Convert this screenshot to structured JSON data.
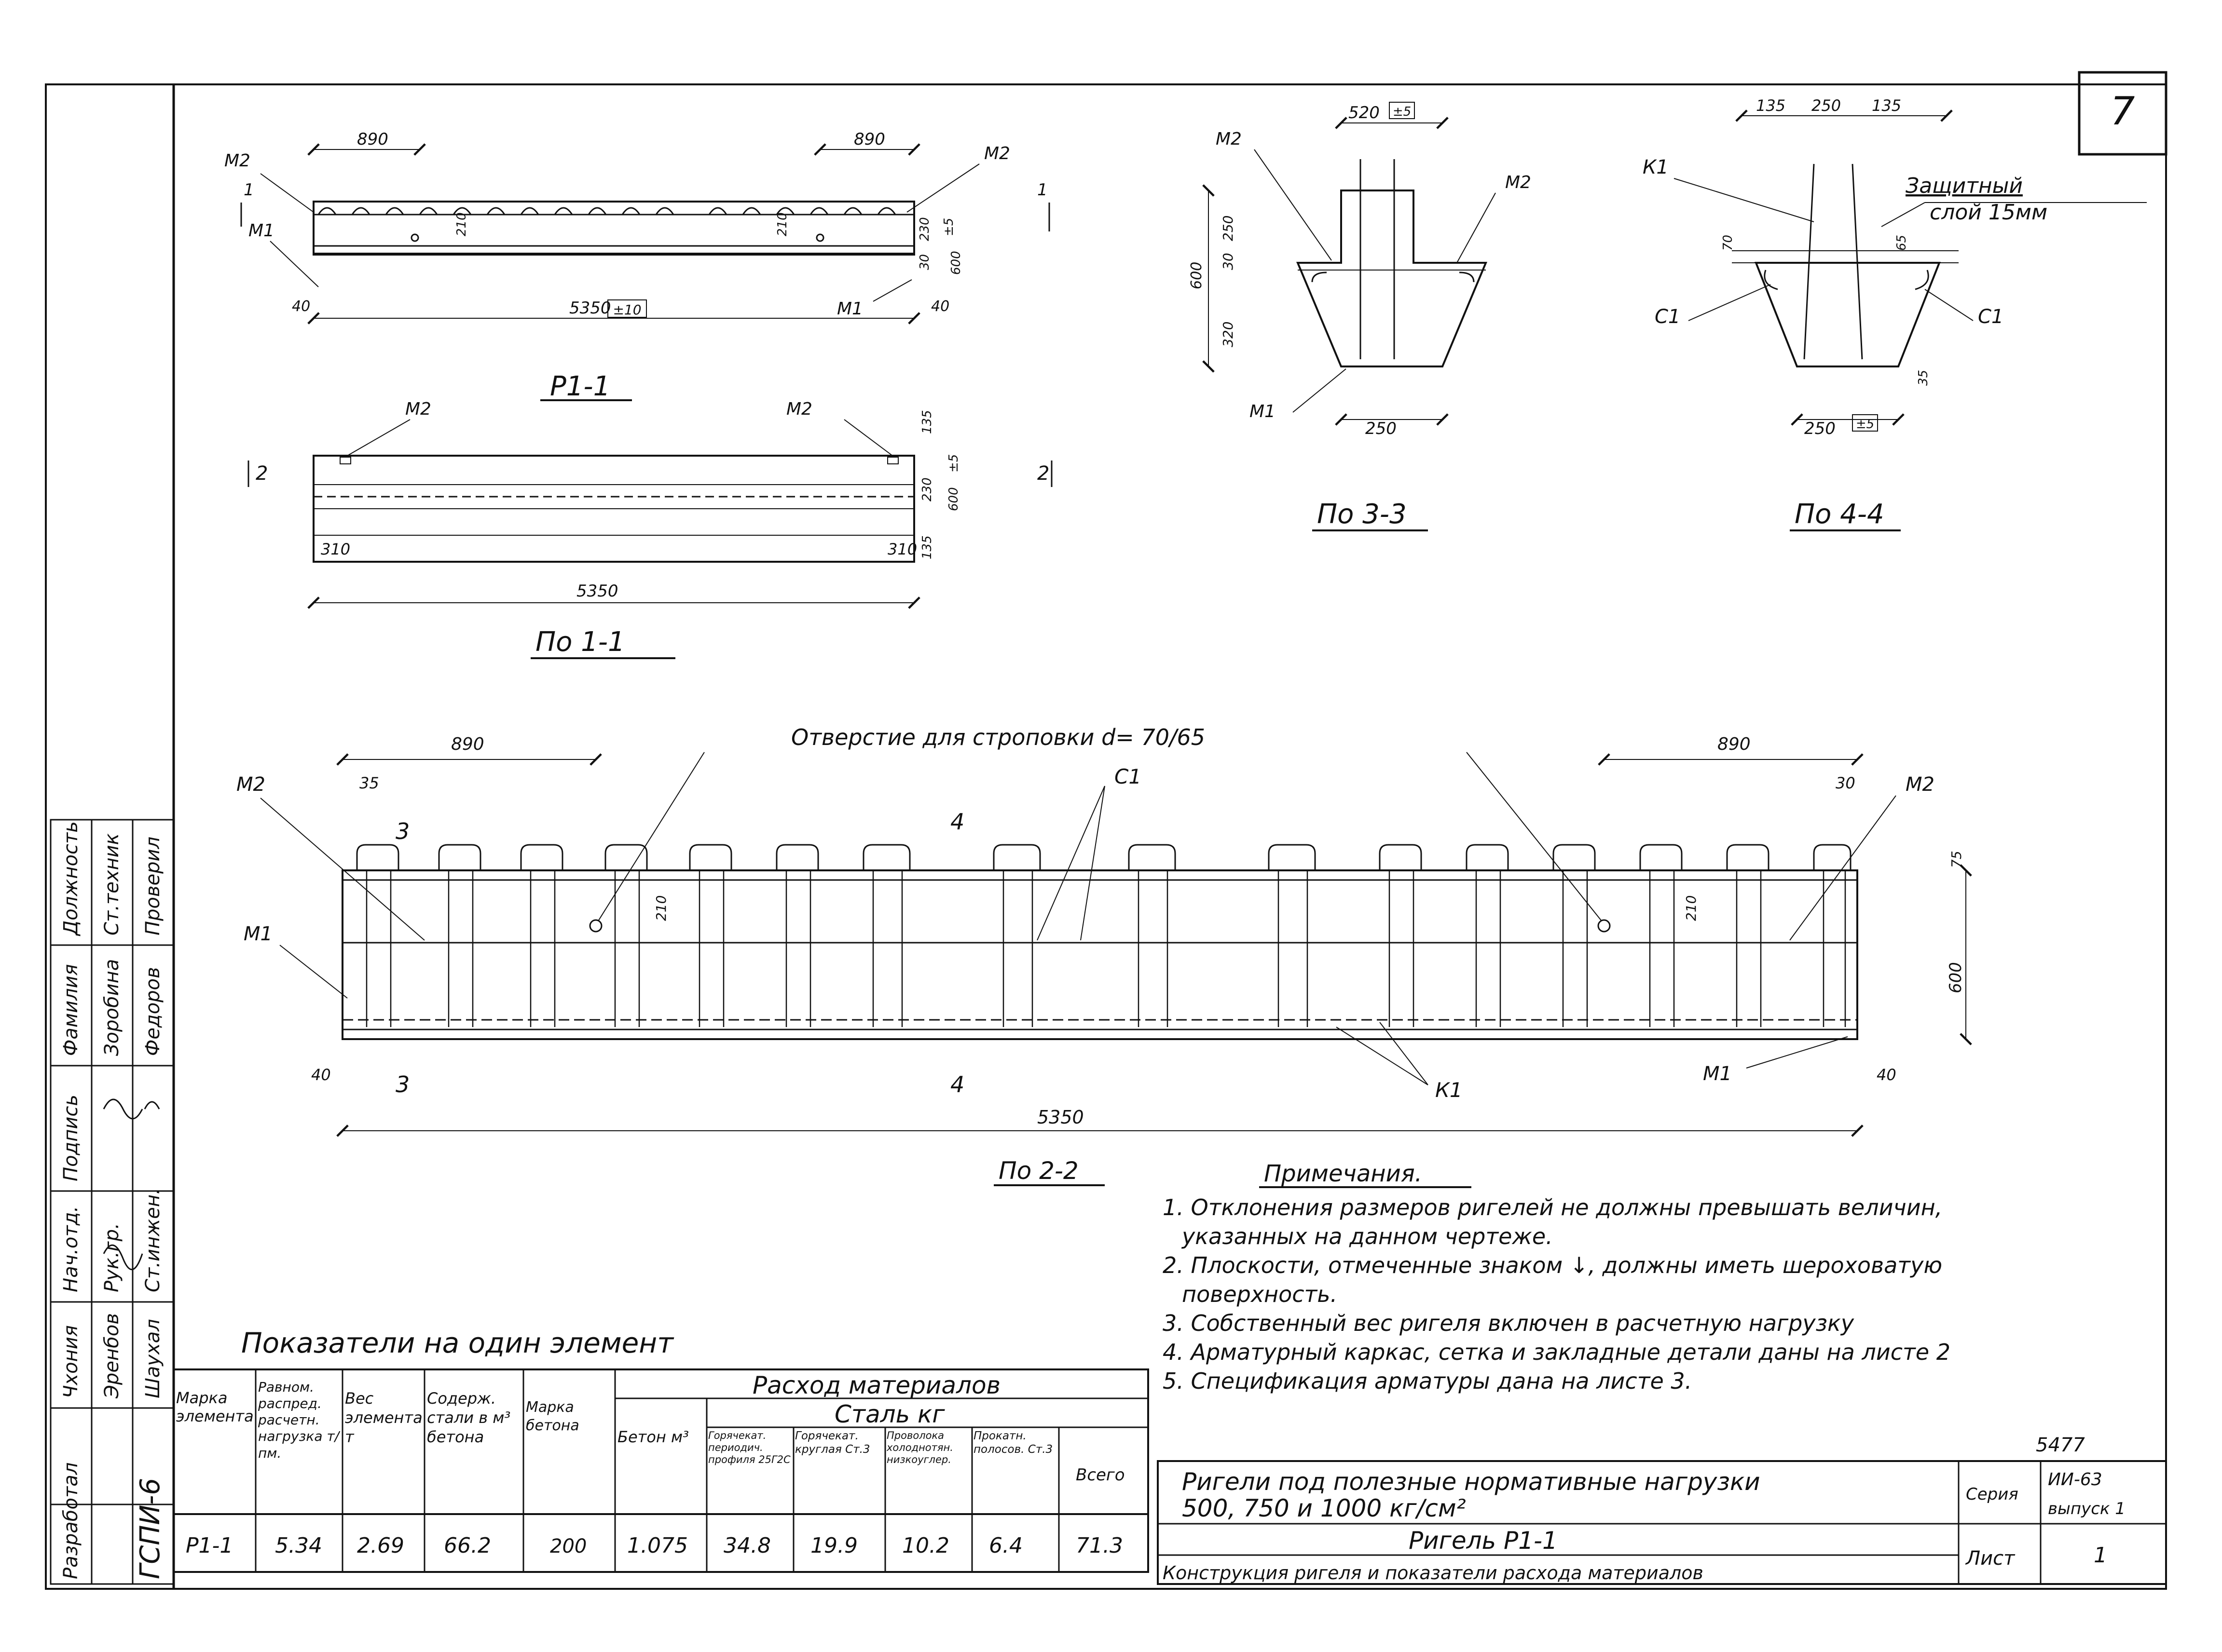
{
  "sheet_number": "7",
  "archive_number": "5477",
  "views": {
    "p11": {
      "title": "Р1-1",
      "dim_left": "890",
      "dim_right": "890",
      "dim_length": "5350",
      "tol_length": "±10",
      "m2_left": "М2",
      "m2_right": "М2",
      "m1_left": "М1",
      "m1_right": "М1",
      "dim_40": "40",
      "dim_40b": "40",
      "dim_210a": "210",
      "dim_210b": "210",
      "r_230": "230",
      "r_30": "30",
      "r_600": "600",
      "r_tol": "±5",
      "sec_mark": "1"
    },
    "po11": {
      "title": "По 1-1",
      "m2_left": "М2",
      "m2_right": "М2",
      "dim_310": "310",
      "dim_310b": "310",
      "dim_5350": "5350",
      "r_135": "135",
      "r_230": "230",
      "r_600": "600",
      "r_135b": "135",
      "r_tol": "±5",
      "sec_mark": "2"
    },
    "po33": {
      "title": "По 3-3",
      "dim_520": "520",
      "tol": "±5",
      "dim_250": "250",
      "v_600": "600",
      "v_250": "250",
      "v_30": "30",
      "v_320": "320",
      "m2_left": "М2",
      "m2_right": "М2",
      "m1": "М1"
    },
    "po44": {
      "title": "По 4-4",
      "dim_135a": "135",
      "dim_250": "250",
      "dim_135b": "135",
      "dim_250b": "250",
      "tol": "±5",
      "k1": "К1",
      "c1_left": "С1",
      "c1_right": "С1",
      "cover_line1": "Защитный",
      "cover_line2": "слой 15мм",
      "v_70": "70",
      "v_65": "65",
      "v_35": "35"
    },
    "po22": {
      "title": "По 2-2",
      "hole_note": "Отверстие для строповки d= 70/65",
      "dim_890a": "890",
      "dim_890b": "890",
      "dim_35": "35",
      "dim_30": "30",
      "dim_40a": "40",
      "dim_40b": "40",
      "dim_5350": "5350",
      "dim_600": "600",
      "dim_75": "75",
      "dim_210a": "210",
      "dim_210b": "210",
      "m2_left": "М2",
      "m2_right": "М2",
      "m1_left": "М1",
      "m1_right": "М1",
      "c1": "С1",
      "k1": "К1",
      "sec3": "3",
      "sec4": "4"
    }
  },
  "notes": {
    "title": "Примечания.",
    "items": [
      "1. Отклонения размеров ригелей не должны превышать величин,",
      "указанных на данном чертеже.",
      "2. Плоскости, отмеченные знаком ↓, должны иметь шероховатую",
      "поверхность.",
      "3. Собственный вес ригеля включен в расчетную нагрузку",
      "4. Арматурный каркас, сетка и закладные детали даны на листе 2",
      "5. Спецификация арматуры дана на листе 3."
    ]
  },
  "table": {
    "title": "Показатели на один элемент",
    "group_materials": "Расход материалов",
    "group_steel": "Сталь кг",
    "headers": {
      "mark": "Марка элемента",
      "load": "Равном. распред. расчетн. нагрузка т/пм.",
      "weight": "Вес элемента т",
      "steel_content": "Содерж. стали в м³ бетона",
      "concrete_grade": "Марка бетона",
      "concrete": "Бетон м³",
      "s1": "Горячекат. периодич. профиля 25Г2С",
      "s2": "Горячекат. круглая Ст.3",
      "s3": "Проволока холоднотян. низкоуглер.",
      "s4": "Прокатн. полосов. Ст.3",
      "total": "Всего"
    },
    "row": {
      "mark": "Р1-1",
      "load": "5.34",
      "weight": "2.69",
      "steel_content": "66.2",
      "concrete_grade": "200",
      "concrete": "1.075",
      "s1": "34.8",
      "s2": "19.9",
      "s3": "10.2",
      "s4": "6.4",
      "total": "71.3"
    }
  },
  "title_block": {
    "main_title_l1": "Ригели под полезные нормативные нагрузки",
    "main_title_l2": "500, 750 и 1000 кг/см²",
    "subtitle": "Ригель Р1-1",
    "desc": "Конструкция ригеля и показатели расхода материалов",
    "seria_label": "Серия",
    "seria_value_l1": "ИИ-63",
    "seria_value_l2": "выпуск 1",
    "list_label": "Лист",
    "list_value": "1"
  },
  "stamp": {
    "org": "ГСПИ-6",
    "col_headers": [
      "Должность",
      "Фамилия",
      "Подпись"
    ],
    "rows": [
      [
        "Нач.отд.",
        "Чхония",
        ""
      ],
      [
        "Рук.гр.",
        "Эренбов",
        ""
      ],
      [
        "Ст.инжен.",
        "Шаухал",
        ""
      ],
      [
        "Проверил",
        "Федоров",
        ""
      ],
      [
        "Ст.техник",
        "Зоробина",
        ""
      ]
    ],
    "developed_label": "Разработал"
  }
}
